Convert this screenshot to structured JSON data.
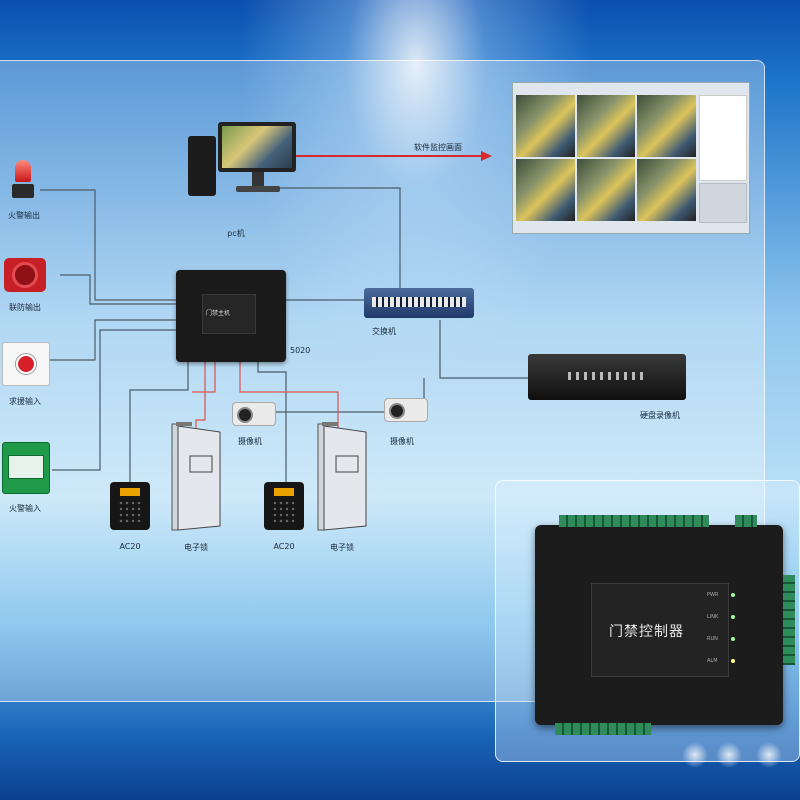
{
  "labels": {
    "fire_alarm_light": "火警输出",
    "sound_light_alarm": "联防输出",
    "emergency_input": "求援输入",
    "fire_input": "火警输入",
    "pc": "pc机",
    "monitor_link": "软件监控画面",
    "switch": "交换机",
    "controller_model": "5020",
    "nvr": "硬盘录像机",
    "camera_1": "摄像机",
    "camera_2": "摄像机",
    "reader_1": "AC20",
    "reader_2": "AC20",
    "lock_1": "电子锁",
    "lock_2": "电子锁",
    "controller_screen_small": "门禁主机",
    "big_controller_title": "门禁控制器"
  },
  "big_controller_leds": [
    "PWR",
    "LINK",
    "RUN",
    "ALM"
  ],
  "colors": {
    "wire": "#4b5c6a",
    "wire_red": "#d9534f",
    "arrow": "#d7282b"
  }
}
